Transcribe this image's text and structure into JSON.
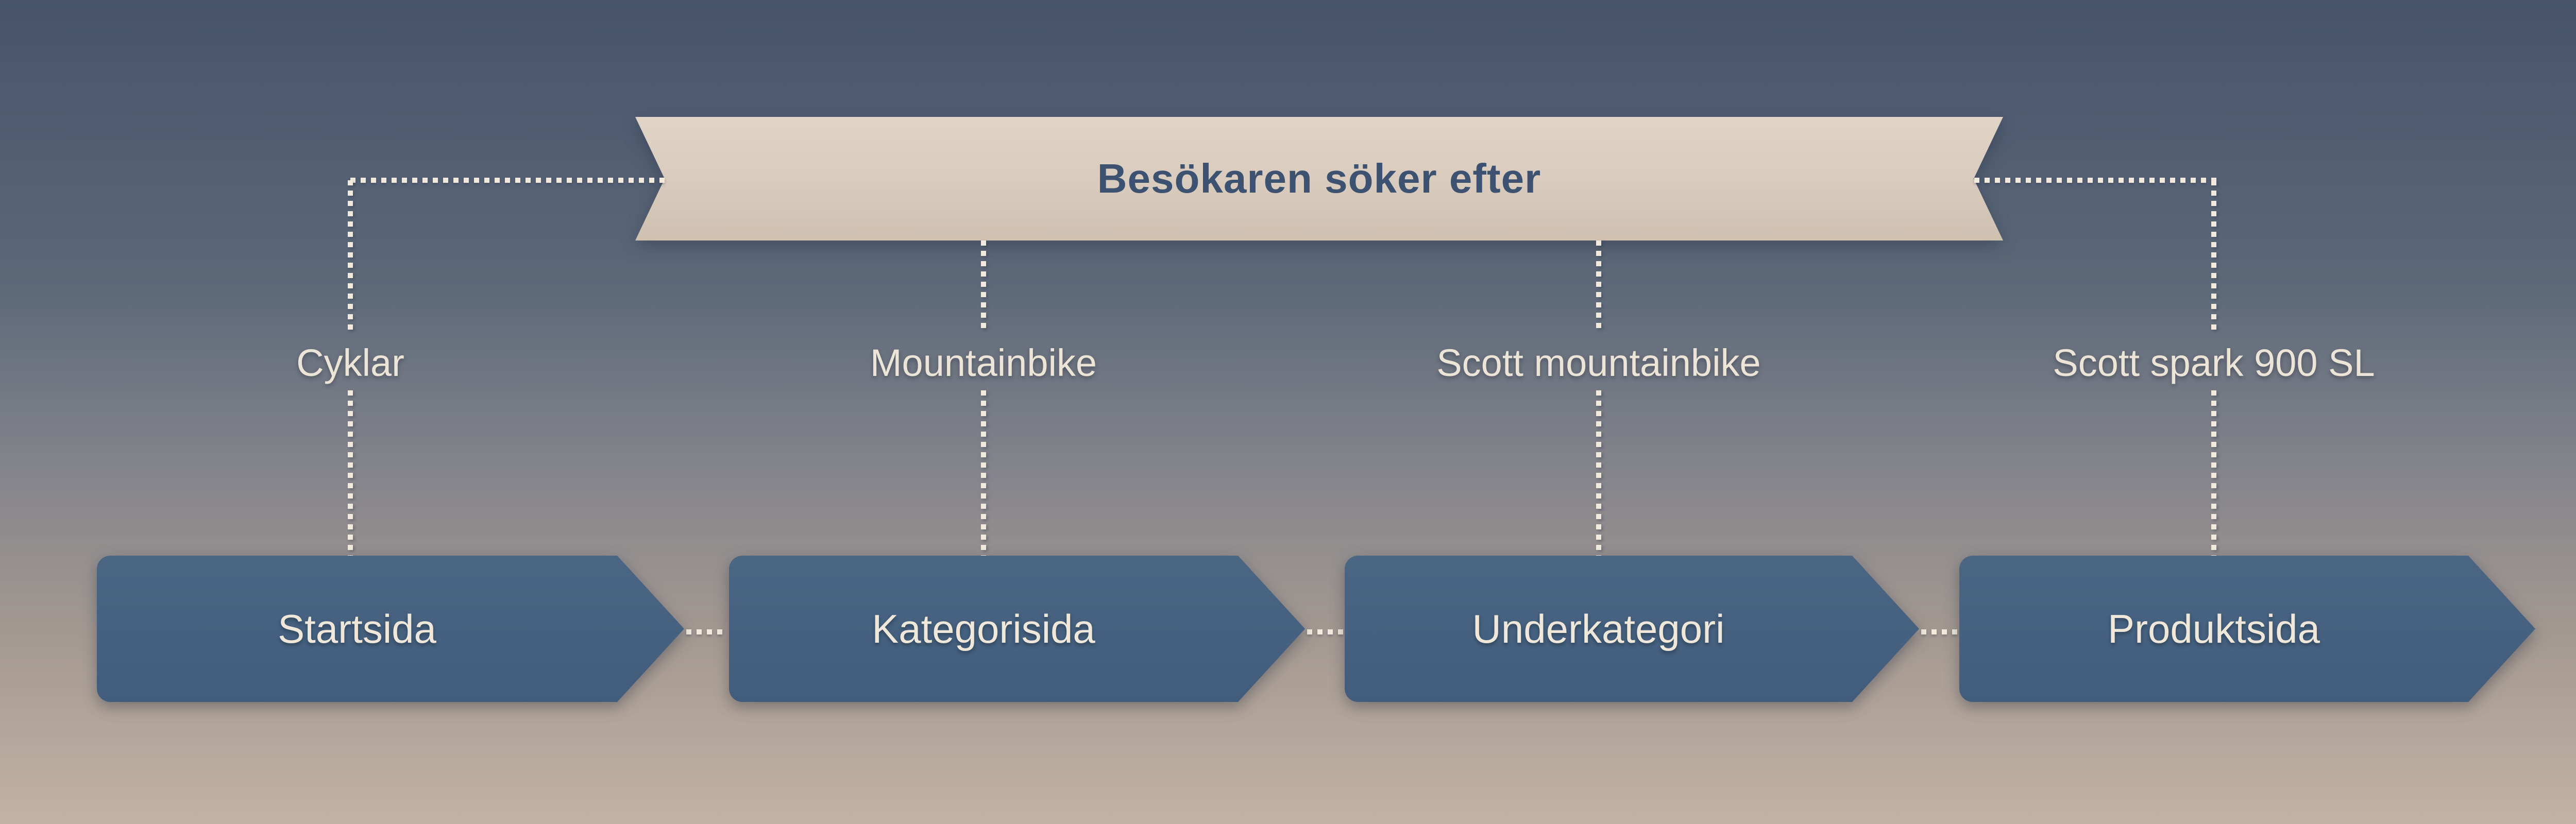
{
  "banner": {
    "title": "Besökaren söker efter"
  },
  "columns": [
    {
      "search_term": "Cyklar",
      "page": "Startsida"
    },
    {
      "search_term": "Mountainbike",
      "page": "Kategorisida"
    },
    {
      "search_term": "Scott mountainbike",
      "page": "Underkategori"
    },
    {
      "search_term": "Scott spark 900 SL",
      "page": "Produktsida"
    }
  ],
  "colors": {
    "background_top": "#46536b",
    "background_bottom": "#c2b2a3",
    "ribbon": "#d8cbbd",
    "ribbon_text": "#3d5270",
    "box": "#45617f",
    "box_text": "#efe8da",
    "label_text": "#ece4d6",
    "dots": "#f2ebdd"
  }
}
